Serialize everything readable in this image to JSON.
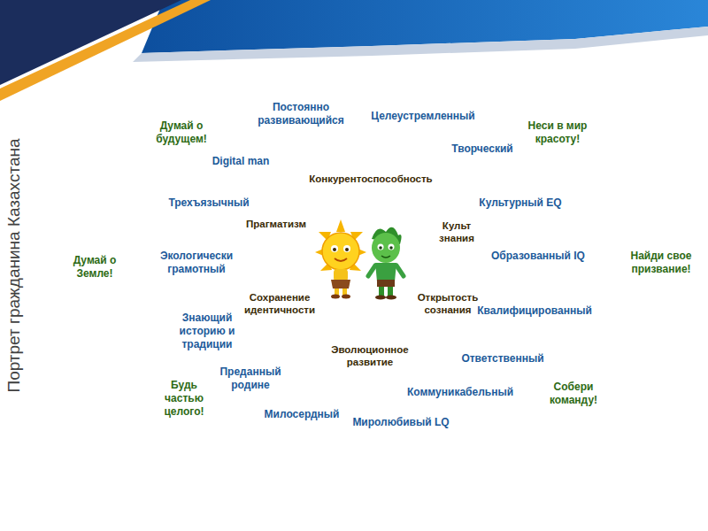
{
  "diagram": {
    "title": "Портрет гражданина Казахстана",
    "nodes": [
      {
        "text": [
          "Думай о будущем!",
          "Неси в мир красоту!",
          "Думай о Земле!",
          "Найди свое призвание!",
          "Будь частью целого!",
          "Собери команду!"
        ]
      },
      {
        "text": [
          "Постоянно развивающийся",
          "Целеустремленный",
          "Digital man",
          "Творческий",
          "Трехъязычный",
          "Культурный EQ",
          "Экологически грамотный",
          "Образованный IQ",
          "Знающий историю и традиции",
          "Квалифицированный",
          "Преданный родине",
          "Ответственный",
          "Милосердный",
          "Коммуникабельный",
          "Миролюбивый LQ"
        ],
        "in": 0
      },
      {
        "text": [
          "Конкурентоспособность",
          "Прагматизм",
          "Культ знания",
          "Сохранение идентичности",
          "Открытость сознания",
          "Эволюционное развитие"
        ],
        "in": 1
      }
    ]
  }
}
